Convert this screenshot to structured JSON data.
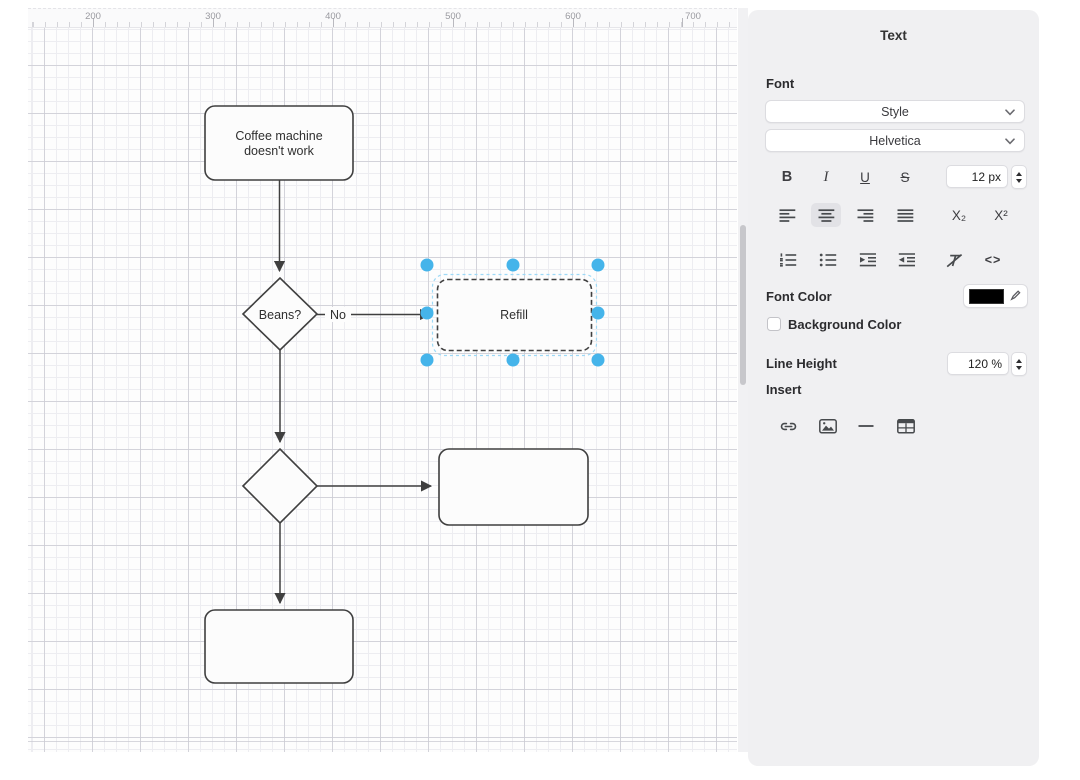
{
  "ruler": {
    "unit_labels": [
      "200",
      "300",
      "400",
      "500",
      "600",
      "700"
    ]
  },
  "diagram": {
    "node_start_line1": "Coffee machine",
    "node_start_line2": "doesn't work",
    "decision1_label": "Beans?",
    "edge_no_label": "No",
    "refill_label": "Refill"
  },
  "panel": {
    "title": "Text",
    "sections": {
      "font": "Font",
      "font_color": "Font Color",
      "background_color": "Background Color",
      "line_height": "Line Height",
      "insert": "Insert"
    },
    "style_dropdown_value": "Style",
    "font_family_value": "Helvetica",
    "bold_label": "B",
    "italic_label": "I",
    "underline_label": "U",
    "strikethrough_label": "S",
    "font_size_value": "12 px",
    "subscript_label": "X₂",
    "superscript_label": "X²",
    "code_label": "<>",
    "line_height_value": "120 %",
    "font_color_hex": "#000000"
  },
  "colors": {
    "selection_handle": "#45b4ea",
    "panel_background": "#f0f0f2",
    "shape_stroke": "#3f3f3f"
  }
}
